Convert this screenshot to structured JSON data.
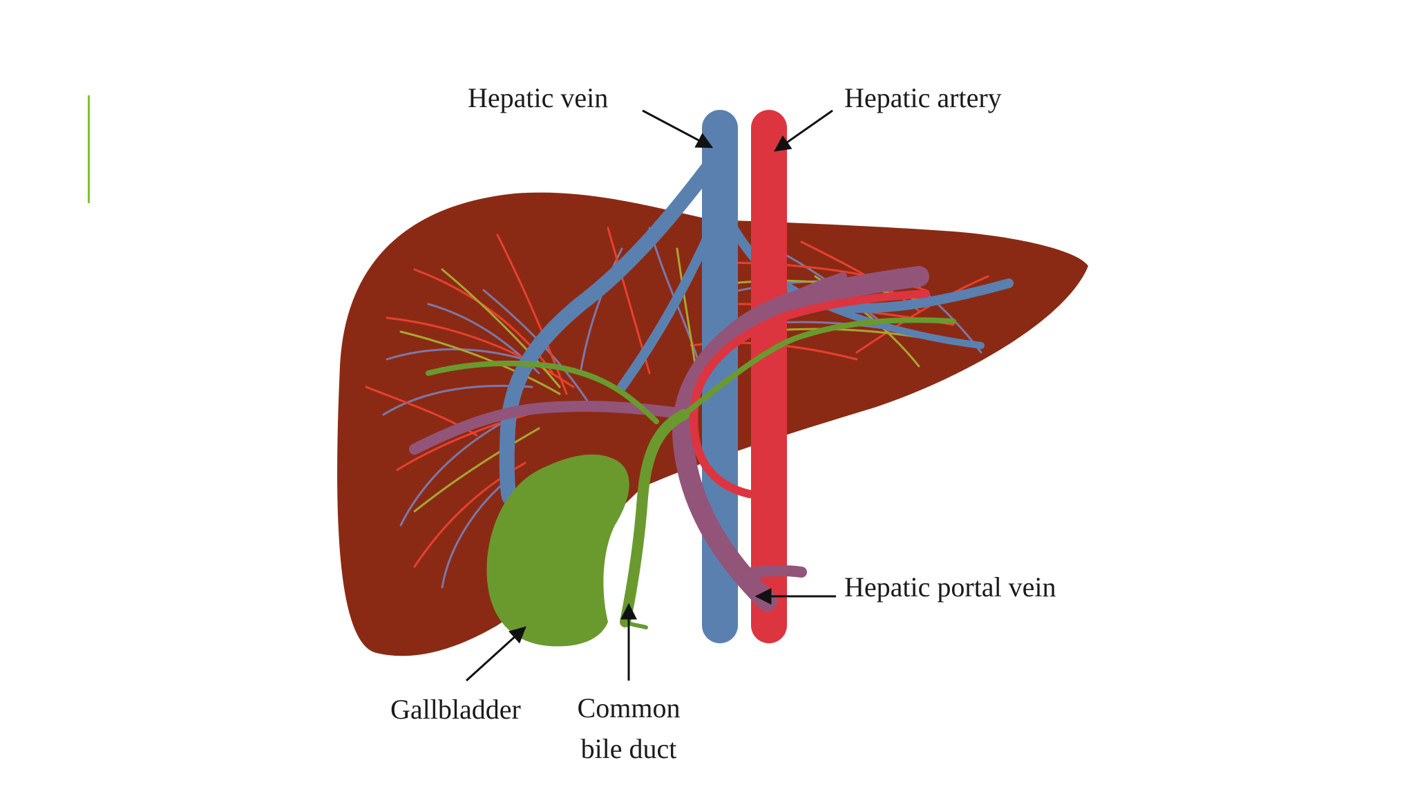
{
  "colors": {
    "liver": "#8b2a14",
    "hepatic_vein": "#5a80b0",
    "hepatic_artery": "#dc3540",
    "portal_vein": "#93547a",
    "bile": "#6a9a2e",
    "fine_vein": "#7d78a8",
    "fine_artery": "#e8402e",
    "fine_bile": "#a7a832",
    "accent": "#7cc62c"
  },
  "labels": {
    "hepatic_vein": "Hepatic vein",
    "hepatic_artery": "Hepatic artery",
    "hepatic_portal_vein": "Hepatic portal vein",
    "gallbladder": "Gallbladder",
    "common_bile_duct_line1": "Common",
    "common_bile_duct_line2": "bile duct"
  }
}
